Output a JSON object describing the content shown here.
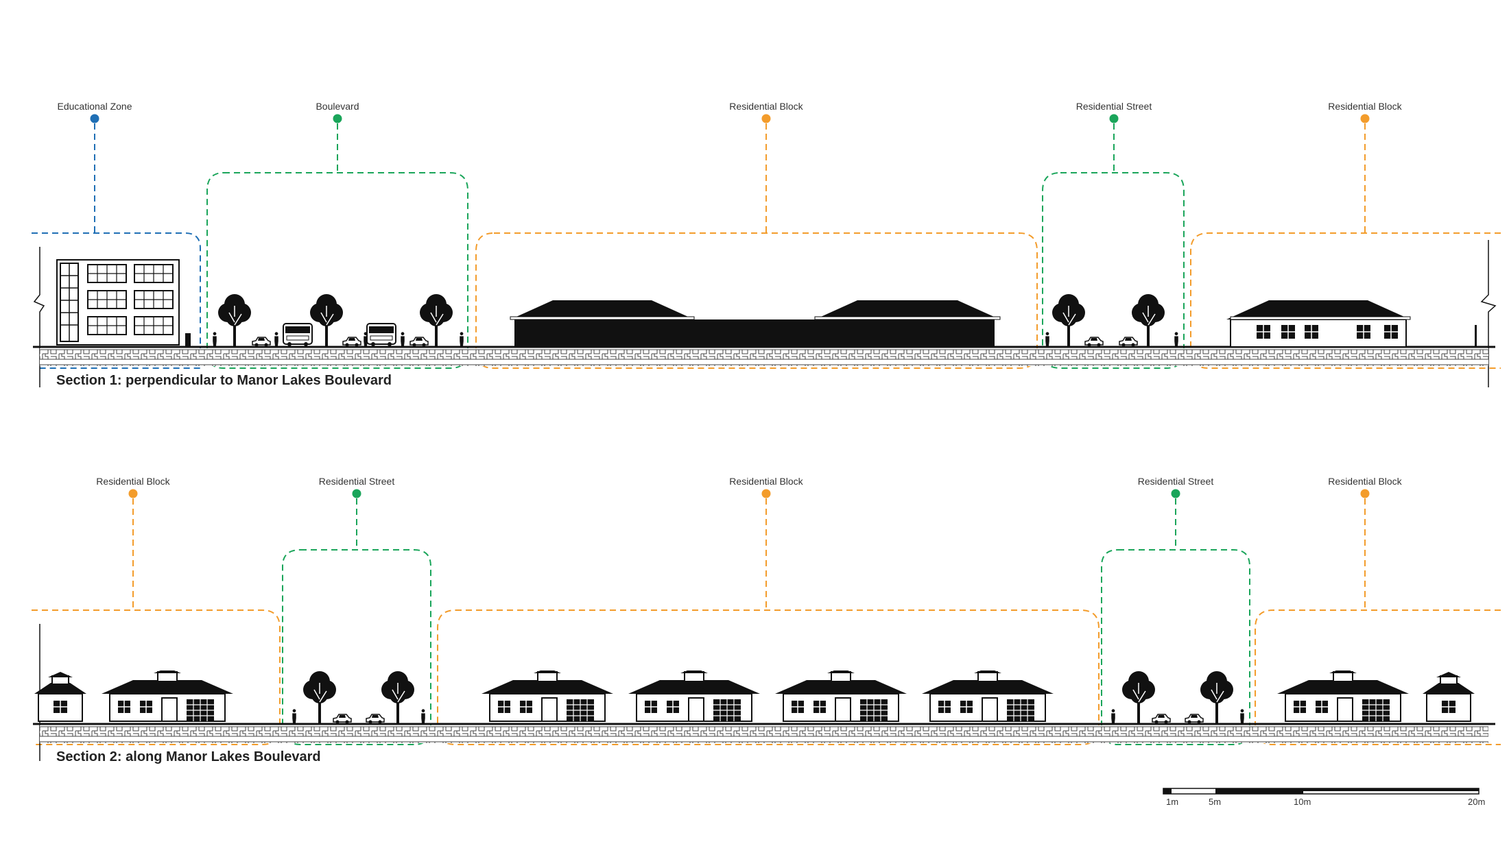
{
  "colors": {
    "educational": "#1f6fb5",
    "green": "#1aa55a",
    "orange": "#f39c2b",
    "ink": "#111111"
  },
  "sections": [
    {
      "caption": "Section 1: perpendicular to Manor Lakes Boulevard",
      "zones": [
        {
          "label": "Educational Zone",
          "color": "educational"
        },
        {
          "label": "Boulevard",
          "color": "green"
        },
        {
          "label": "Residential Block",
          "color": "orange"
        },
        {
          "label": "Residential Street",
          "color": "green"
        },
        {
          "label": "Residential Block",
          "color": "orange"
        }
      ]
    },
    {
      "caption": "Section 2: along Manor Lakes Boulevard",
      "zones": [
        {
          "label": "Residential Block",
          "color": "orange"
        },
        {
          "label": "Residential Street",
          "color": "green"
        },
        {
          "label": "Residential Block",
          "color": "orange"
        },
        {
          "label": "Residential Street",
          "color": "green"
        },
        {
          "label": "Residential Block",
          "color": "orange"
        }
      ]
    }
  ],
  "scale_bar": {
    "labels": [
      "1m",
      "5m",
      "10m",
      "20m"
    ]
  }
}
